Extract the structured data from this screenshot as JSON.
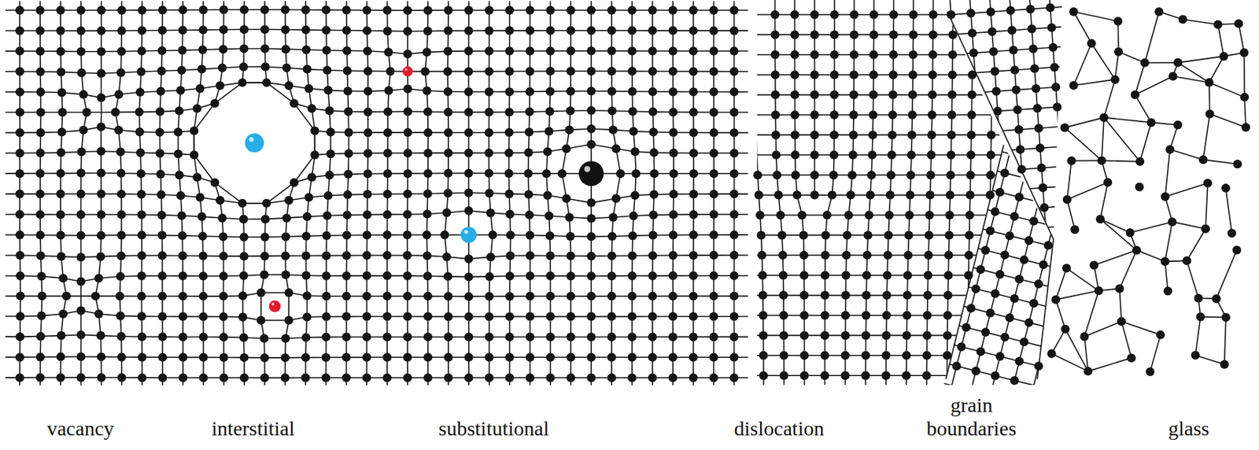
{
  "diagram": {
    "labels": [
      "vacancy",
      "interstitial",
      "substitutional",
      "dislocation",
      "grain boundaries",
      "glass"
    ]
  }
}
